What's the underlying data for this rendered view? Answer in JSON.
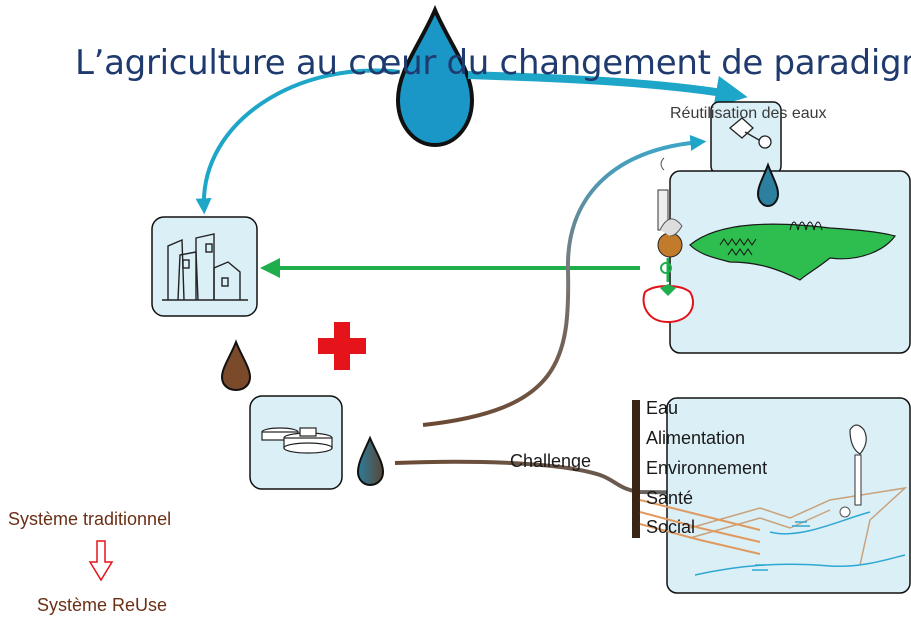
{
  "title": "L’agriculture au cœur du changement de paradigme",
  "reuse_label": "Réutilisation des eaux",
  "challenge_label": "Challenge",
  "challenge_items": [
    "Eau",
    "Alimentation",
    "Environnement",
    "Santé",
    "Social"
  ],
  "legend": {
    "traditional": "Système traditionnel",
    "reuse": "Système ReUse"
  },
  "colors": {
    "blue_arrow": "#1ea6c9",
    "green_arrow": "#1fae4b",
    "brown_arrow": "#6b4a34",
    "red_cross": "#e5141b",
    "box_fill": "#dbeff7",
    "field_green": "#2ebd4f",
    "title": "#1f3a6e"
  },
  "icons": [
    "water-drop-icon",
    "city-icon",
    "treatment-plant-icon",
    "irrigation-icon",
    "field-icon",
    "tomato-icon",
    "landscape-icon",
    "red-cross-icon",
    "down-arrow-icon"
  ]
}
